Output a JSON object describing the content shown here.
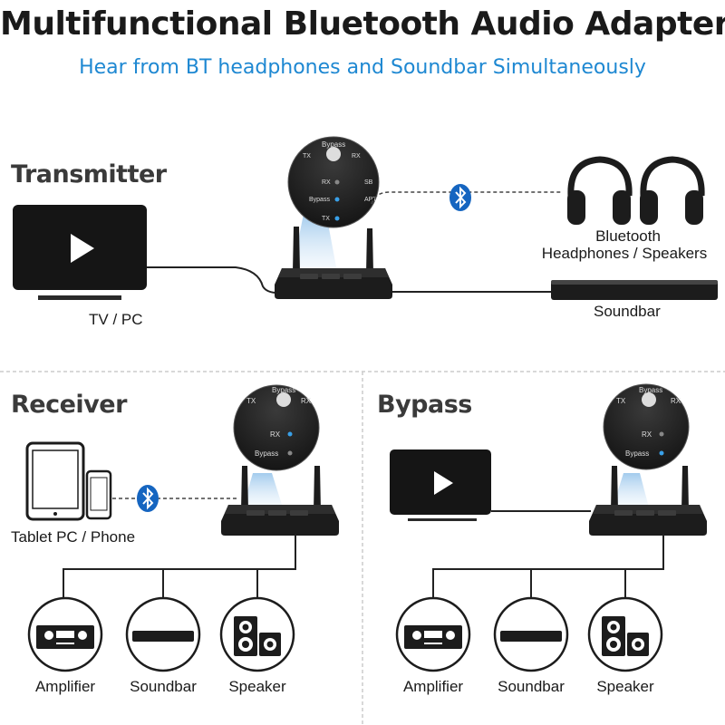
{
  "title": "Multifunctional Bluetooth Audio Adapter",
  "subtitle": "Hear from BT headphones and Soundbar Simultaneously",
  "transmitter": {
    "heading": "Transmitter",
    "tv_label": "TV / PC",
    "headphones_label_line1": "Bluetooth",
    "headphones_label_line2": "Headphones / Speakers",
    "soundbar_label": "Soundbar",
    "zoom": {
      "top": "Bypass",
      "left": "TX",
      "right": "RX",
      "row1": "RX",
      "row2": "Bypass",
      "row3": "TX",
      "side1": "SB",
      "side2": "APT"
    }
  },
  "receiver": {
    "heading": "Receiver",
    "tablet_label": "Tablet PC / Phone",
    "outputs": [
      "Amplifier",
      "Soundbar",
      "Speaker"
    ],
    "zoom": {
      "top": "Bypass",
      "left": "TX",
      "right": "RX",
      "row1": "RX",
      "row2": "Bypass"
    }
  },
  "bypass": {
    "heading": "Bypass",
    "outputs": [
      "Amplifier",
      "Soundbar",
      "Speaker"
    ],
    "zoom": {
      "top": "Bypass",
      "left": "TX",
      "right": "RX",
      "row1": "RX",
      "row2": "Bypass"
    }
  },
  "colors": {
    "accent": "#1e88d2",
    "bluetooth": "#1565c0",
    "device": "#1c1c1c"
  },
  "icons": [
    "play-icon",
    "bluetooth-icon",
    "headphones-icon",
    "soundbar-icon",
    "amplifier-icon",
    "speaker-icon",
    "tablet-icon",
    "phone-icon",
    "adapter-icon"
  ]
}
